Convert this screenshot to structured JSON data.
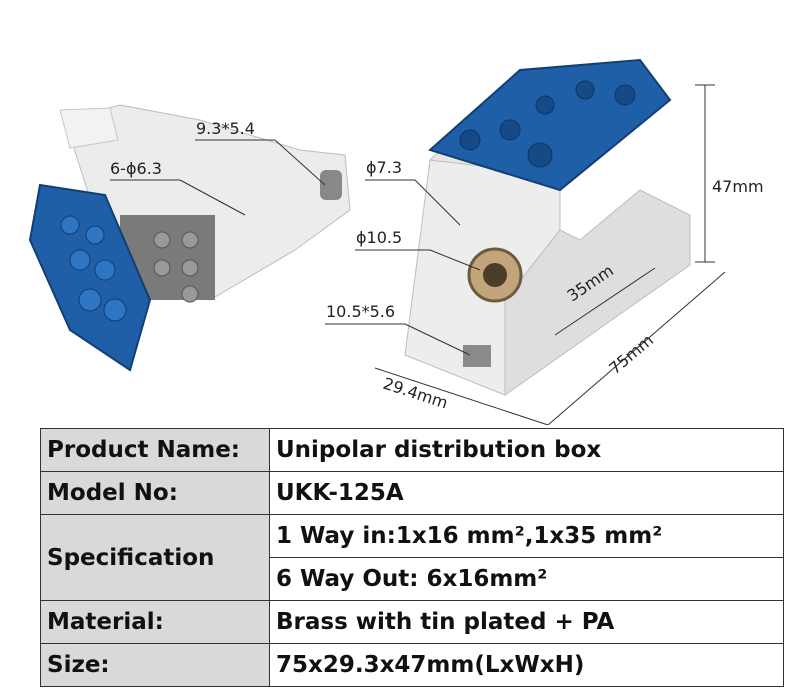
{
  "dimensions": {
    "left_slot": "9.3*5.4",
    "left_holes": "6-ϕ6.3",
    "phi_small": "ϕ7.3",
    "phi_large": "ϕ10.5",
    "slot_bottom": "10.5*5.6",
    "height": "47mm",
    "depth_inner": "35mm",
    "length": "75mm",
    "width": "29.4mm"
  },
  "colors": {
    "cover_blue": "#1f5fa8",
    "body_white": "#ececec",
    "label_cell": "#d9d9d9",
    "brass": "#c2a57a"
  },
  "table": {
    "rows": [
      {
        "label": "Product Name:",
        "value": "Unipolar distribution box"
      },
      {
        "label": "Model No:",
        "value": "UKK-125A"
      },
      {
        "label": "Specification",
        "values": [
          "1 Way in:1x16 mm²,1x35 mm²",
          "6 Way Out: 6x16mm²"
        ]
      },
      {
        "label": "Material:",
        "value": "Brass with tin plated + PA"
      },
      {
        "label": "Size:",
        "value": "75x29.3x47mm(LxWxH)"
      }
    ]
  }
}
